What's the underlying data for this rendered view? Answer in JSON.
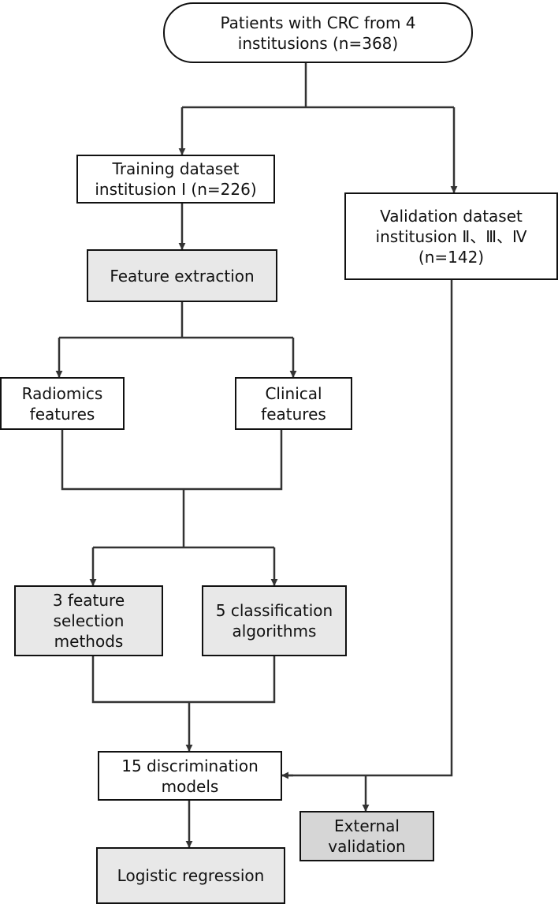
{
  "flowchart": {
    "colors": {
      "stroke": "#111111",
      "shaded_fill": "#e8e8e8",
      "dark_fill": "#d6d6d6",
      "background": "#ffffff"
    },
    "patients": {
      "line1": "Patients with CRC from 4",
      "line2": "institusions (n=368)"
    },
    "training": {
      "line1": "Training dataset",
      "line2": "institusion Ⅰ (n=226)"
    },
    "validation": {
      "line1": "Validation dataset",
      "line2": "institusion Ⅱ、Ⅲ、Ⅳ",
      "line3": "(n=142)"
    },
    "feature_extraction": {
      "line1": "Feature extraction"
    },
    "radiomics": {
      "line1": "Radiomics",
      "line2": "features"
    },
    "clinical": {
      "line1": "Clinical",
      "line2": "features"
    },
    "feature_selection": {
      "line1": "3 feature",
      "line2": "selection",
      "line3": "methods"
    },
    "classification": {
      "line1": "5 classification",
      "line2": "algorithms"
    },
    "discrimination": {
      "line1": "15 discrimination",
      "line2": "models"
    },
    "external_validation": {
      "line1": "External",
      "line2": "validation"
    },
    "logistic_regression": {
      "line1": "Logistic regression"
    }
  }
}
